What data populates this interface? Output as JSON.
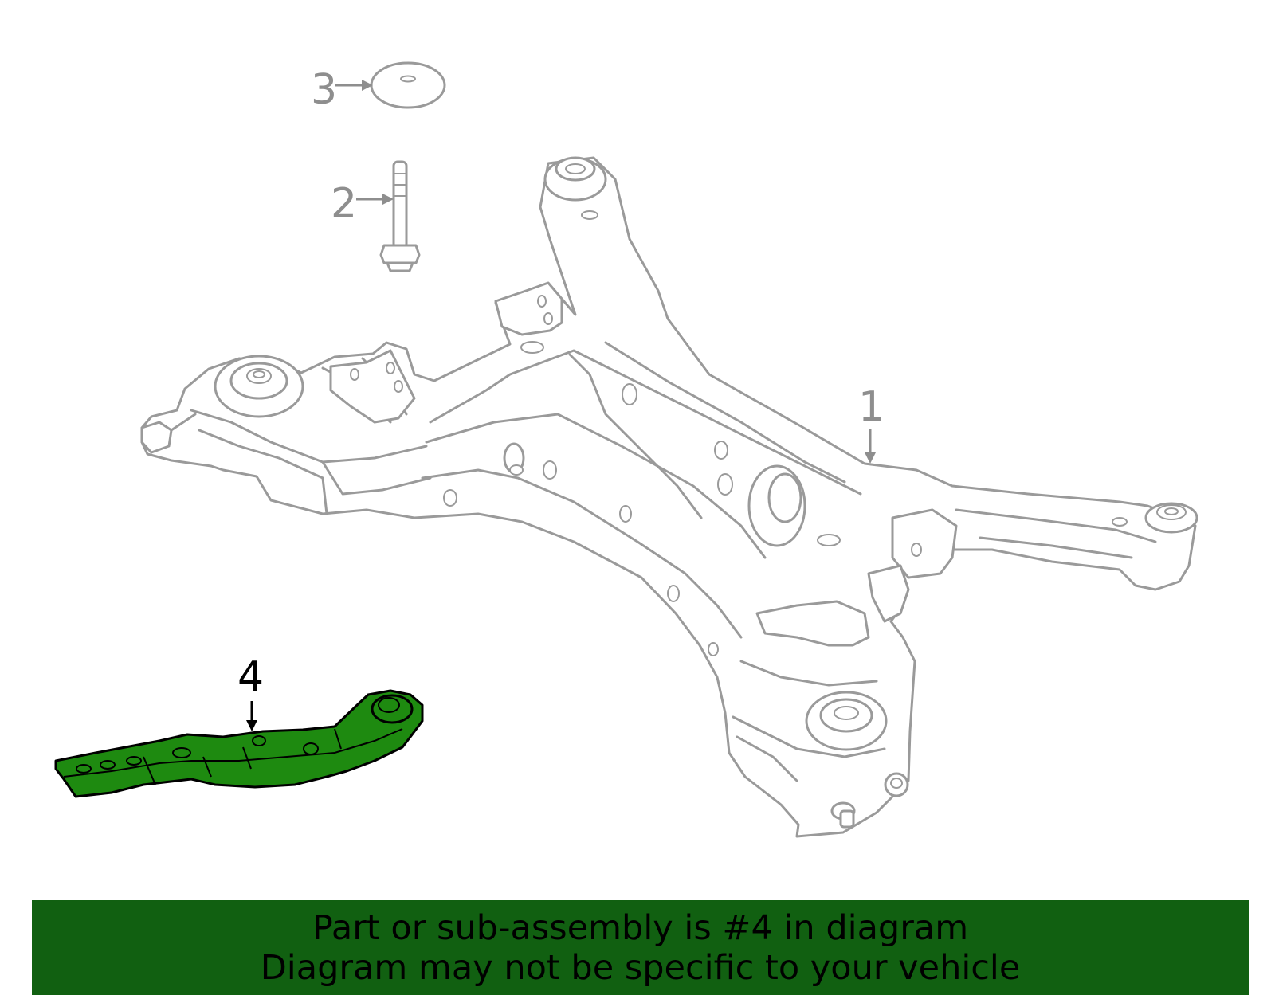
{
  "callouts": [
    {
      "id": "1",
      "label": "1"
    },
    {
      "id": "2",
      "label": "2"
    },
    {
      "id": "3",
      "label": "3"
    },
    {
      "id": "4",
      "label": "4"
    }
  ],
  "highlighted_part": "4",
  "colors": {
    "highlight_fill": "#1e8a10",
    "banner_background": "#116011",
    "line_gray": "#9a9a9a",
    "callout_gray": "#8e8e8e"
  },
  "banner": {
    "line1": "Part or sub-assembly is #4 in diagram",
    "line2": "Diagram may not be specific to your vehicle"
  }
}
